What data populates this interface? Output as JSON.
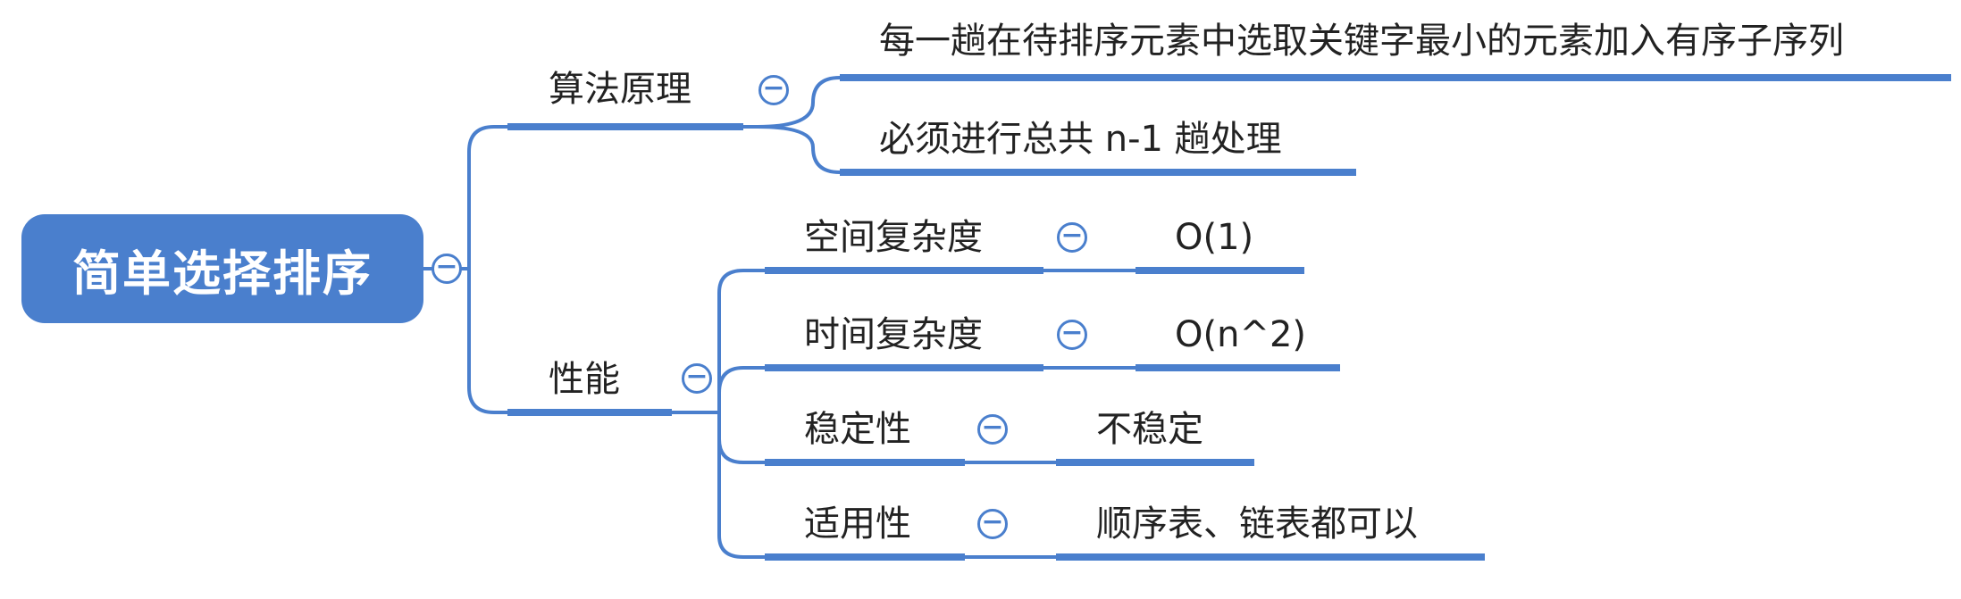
{
  "root": {
    "label": "简单选择排序"
  },
  "branches": [
    {
      "label": "算法原理",
      "collapse_symbol": "−",
      "children": [
        {
          "label": "每一趟在待排序元素中选取关键字最小的元素加入有序子序列"
        },
        {
          "label": "必须进行总共 n-1 趟处理"
        }
      ]
    },
    {
      "label": "性能",
      "collapse_symbol": "−",
      "children": [
        {
          "label": "空间复杂度",
          "value": "O(1)",
          "collapse_symbol": "−"
        },
        {
          "label": "时间复杂度",
          "value": "O(n^2)",
          "collapse_symbol": "−"
        },
        {
          "label": "稳定性",
          "value": "不稳定",
          "collapse_symbol": "−"
        },
        {
          "label": "适用性",
          "value": "顺序表、链表都可以",
          "collapse_symbol": "−"
        }
      ]
    }
  ],
  "root_collapse_symbol": "−",
  "colors": {
    "accent": "#4a7fcd",
    "root_text": "#ffffff",
    "text": "#222222"
  }
}
